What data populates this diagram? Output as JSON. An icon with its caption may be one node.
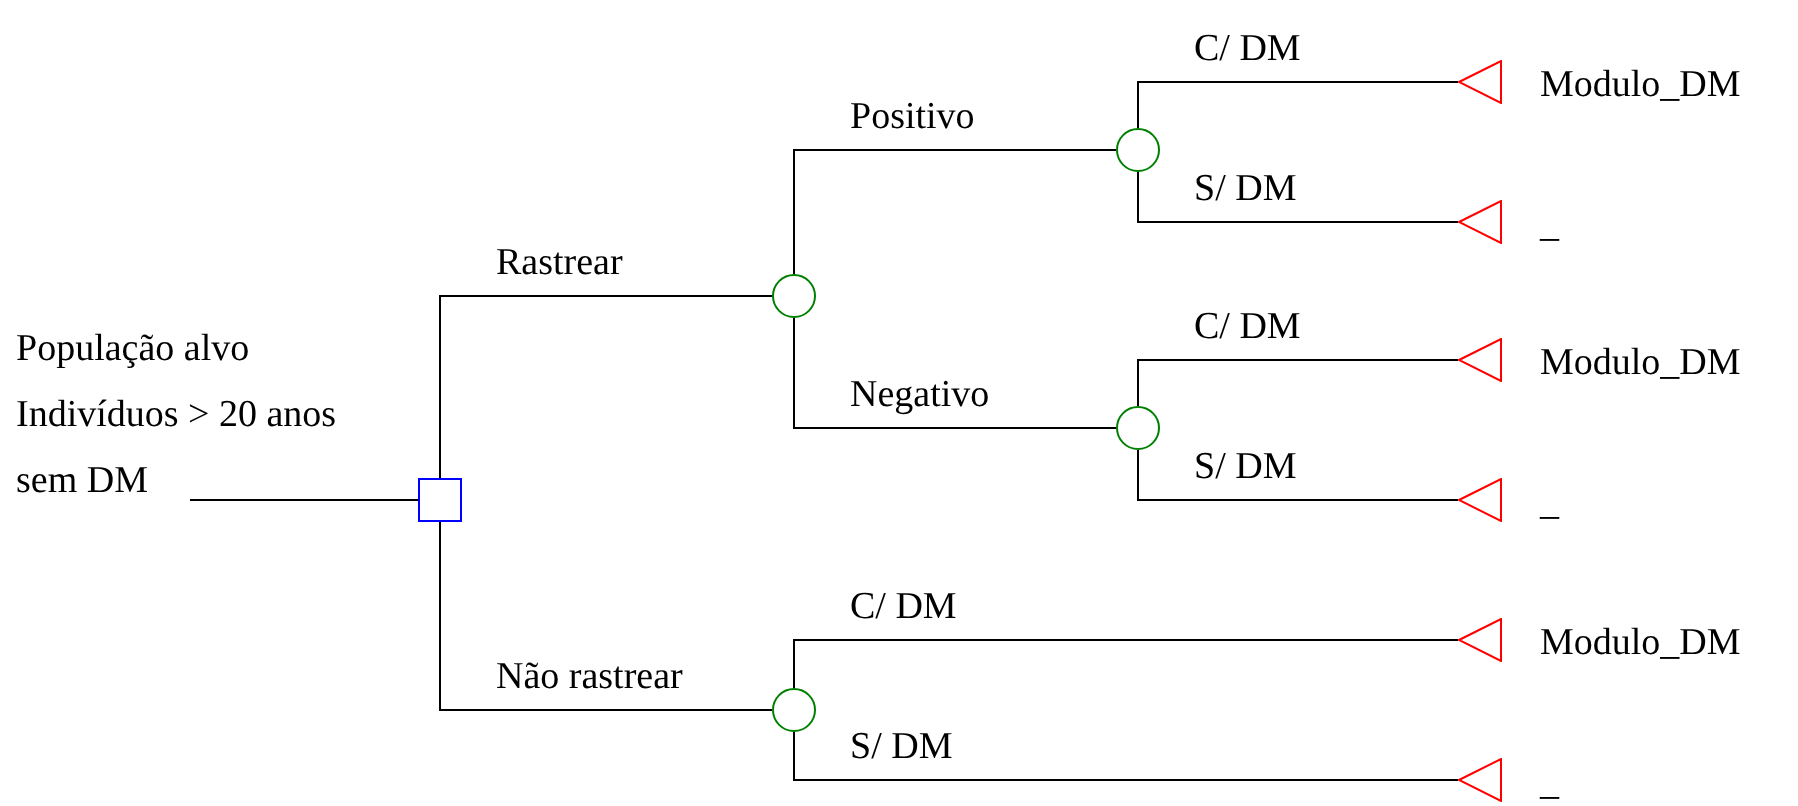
{
  "diagram": {
    "nodes": [
      {
        "text": [
          "População alvo Indivíduos > 20 anos sem DM"
        ]
      },
      {
        "text": [],
        "shape": "box"
      },
      {
        "text": [],
        "shape": "circle"
      },
      {
        "text": [],
        "shape": "circle"
      },
      {
        "text": [],
        "shape": "triangle",
        "beside": [
          "Modulo_DM"
        ]
      },
      {
        "text": [],
        "shape": "triangle",
        "beside": [
          "_"
        ]
      },
      {
        "text": [],
        "shape": "circle"
      },
      {
        "text": [],
        "shape": "triangle",
        "beside": [
          "Modulo_DM"
        ]
      },
      {
        "text": [],
        "shape": "triangle",
        "beside": [
          "_"
        ]
      },
      {
        "text": [],
        "shape": "circle"
      },
      {
        "text": [],
        "shape": "triangle",
        "beside": [
          "Modulo_DM"
        ]
      },
      {
        "text": [],
        "shape": "triangle",
        "beside": [
          "_"
        ]
      }
    ],
    "edges": [
      {
        "from": 0,
        "to": 1,
        "arrow": "none"
      },
      {
        "from": 1,
        "to": 2,
        "arrow": "none",
        "label": "Rastrear"
      },
      {
        "from": 2,
        "to": 3,
        "arrow": "none",
        "label": "Positivo"
      },
      {
        "from": 3,
        "to": 4,
        "arrow": "none",
        "label": "C/ DM"
      },
      {
        "from": 3,
        "to": 5,
        "arrow": "none",
        "label": "S/ DM"
      },
      {
        "from": 2,
        "to": 6,
        "arrow": "none",
        "label": "Negativo"
      },
      {
        "from": 6,
        "to": 7,
        "arrow": "none",
        "label": "C/ DM"
      },
      {
        "from": 6,
        "to": 8,
        "arrow": "none",
        "label": "S/ DM"
      },
      {
        "from": 1,
        "to": 9,
        "arrow": "none",
        "label": "Não rastrear"
      },
      {
        "from": 9,
        "to": 10,
        "arrow": "none",
        "label": "C/ DM"
      },
      {
        "from": 9,
        "to": 11,
        "arrow": "none",
        "label": "S/ DM"
      }
    ]
  }
}
